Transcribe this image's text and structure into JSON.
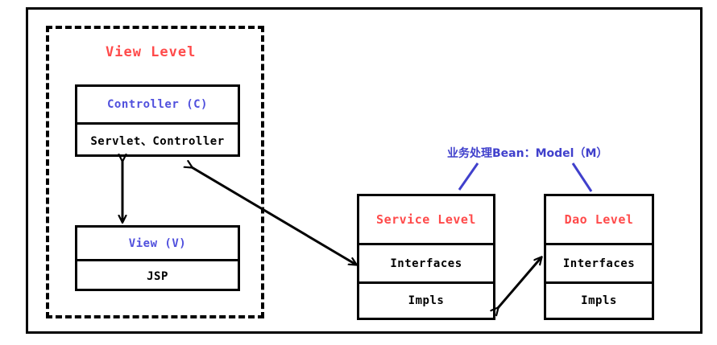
{
  "diagram": {
    "group": {
      "caption": "View Level"
    },
    "boxes": {
      "controller": {
        "title": "Controller (C)",
        "detail": "Servlet、Controller"
      },
      "view": {
        "title": "View (V)",
        "detail": "JSP"
      },
      "service": {
        "title": "Service Level",
        "row1": "Interfaces",
        "row2": "Impls"
      },
      "dao": {
        "title": "Dao Level",
        "row1": "Interfaces",
        "row2": "Impls"
      }
    },
    "annotation": {
      "prefix": "业务处理Bean：",
      "model_label": "Model",
      "model_paren": "（M）",
      "full": "业务处理Bean：Model（M）"
    },
    "colors": {
      "level_title_red": "#ff4a4a",
      "mvc_title_blue": "#5050dd",
      "annotation_blue": "#4040cc",
      "line_black": "#000000",
      "background": "#ffffff"
    },
    "connectors": [
      {
        "name": "controller-view",
        "style": "double-headed",
        "from": "controller",
        "to": "view"
      },
      {
        "name": "controller-service",
        "style": "double-headed",
        "from": "controller",
        "to": "service-interfaces"
      },
      {
        "name": "service-dao",
        "style": "double-headed",
        "from": "service-impls",
        "to": "dao-interfaces"
      },
      {
        "name": "annotation-leader-service",
        "style": "plain-line",
        "from": "annotation",
        "to": "service"
      },
      {
        "name": "annotation-leader-dao",
        "style": "plain-line",
        "from": "annotation",
        "to": "dao"
      }
    ]
  }
}
